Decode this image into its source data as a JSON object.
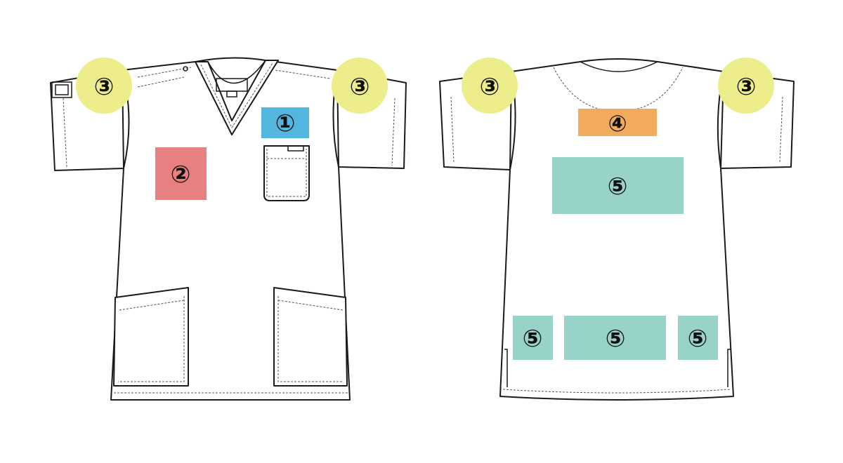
{
  "colors": {
    "zone1": "#52b6de",
    "zone2": "#e88080",
    "zone3": "#eded8c",
    "zone4": "#f2ab5a",
    "zone5": "#97d3c9"
  },
  "front": {
    "zones": [
      {
        "id": "chest-left-zone",
        "label": "①",
        "color_key": "zone1"
      },
      {
        "id": "chest-right-zone",
        "label": "②",
        "color_key": "zone2"
      },
      {
        "id": "sleeve-right-zone",
        "label": "③",
        "color_key": "zone3"
      },
      {
        "id": "sleeve-left-zone",
        "label": "③",
        "color_key": "zone3"
      }
    ]
  },
  "back": {
    "zones": [
      {
        "id": "back-sleeve-left-zone",
        "label": "③",
        "color_key": "zone3"
      },
      {
        "id": "back-sleeve-right-zone",
        "label": "③",
        "color_key": "zone3"
      },
      {
        "id": "back-neck-zone",
        "label": "④",
        "color_key": "zone4"
      },
      {
        "id": "back-center-zone",
        "label": "⑤",
        "color_key": "zone5"
      },
      {
        "id": "back-hem-left-zone",
        "label": "⑤",
        "color_key": "zone5"
      },
      {
        "id": "back-hem-center-zone",
        "label": "⑤",
        "color_key": "zone5"
      },
      {
        "id": "back-hem-right-zone",
        "label": "⑤",
        "color_key": "zone5"
      }
    ]
  }
}
